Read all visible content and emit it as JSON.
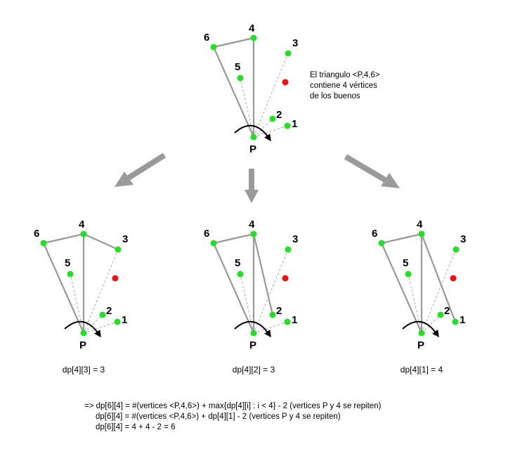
{
  "note_lines": [
    "El triangulo <P,4,6>",
    "contiene 4 vértices",
    "de los buenos"
  ],
  "origin_label": "P",
  "panels": [
    {
      "caption": "dp[4][3] = 3",
      "neighbor": "3"
    },
    {
      "caption": "dp[4][2] = 3",
      "neighbor": "2"
    },
    {
      "caption": "dp[4][1] = 4",
      "neighbor": "1"
    }
  ],
  "formula_lines": [
    "=> dp[6][4] = #(vertices <P,4,6>) + max{dp[4][i] : i < 4} - 2 (vertices P y 4 se repiten)",
    "     dp[6][4] = #(vertices <P,4,6>) + dp[4][1] - 2 (vertices P y 4 se repiten)",
    "     dp[6][4] = 4 + 4 - 2 = 6"
  ],
  "colors": {
    "good_point": "#22e022",
    "bad_point": "#ee1111",
    "edge": "#999999",
    "dashed": "#a8a8a8",
    "arrow": "#9a9a9a"
  }
}
